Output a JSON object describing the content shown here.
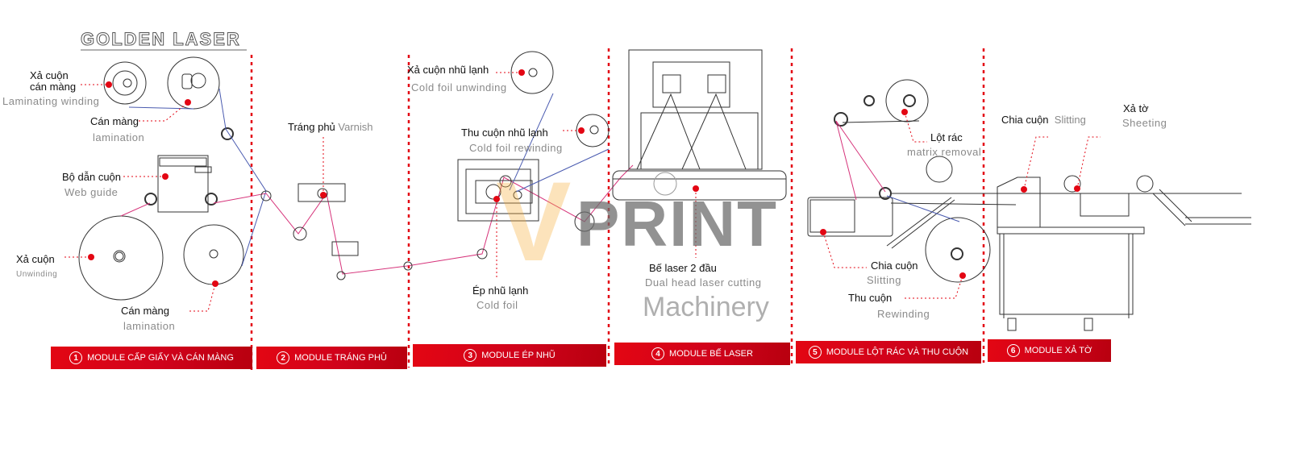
{
  "brand": "GOLDEN LASER",
  "watermark": {
    "v": "V",
    "print": "PRINT",
    "machinery": "Machinery"
  },
  "labels": {
    "laminating_winding_vi": "Xả cuộn\ncán màng",
    "laminating_winding_en": "Laminating winding",
    "lamination_top_vi": "Cán màng",
    "lamination_top_en": "lamination",
    "web_guide_vi": "Bộ dẫn cuộn",
    "web_guide_en": "Web guide",
    "unwinding_vi": "Xả cuộn",
    "unwinding_en": "Unwinding",
    "lamination_bottom_vi": "Cán màng",
    "lamination_bottom_en": "lamination",
    "varnish_vi": "Tráng phủ",
    "varnish_en": "Varnish",
    "cold_foil_unwinding_vi": "Xả cuộn nhũ lạnh",
    "cold_foil_unwinding_en": "Cold foil unwinding",
    "cold_foil_rewinding_vi": "Thu cuộn nhũ lạnh",
    "cold_foil_rewinding_en": "Cold foil rewinding",
    "cold_foil_vi": "Ép nhũ lạnh",
    "cold_foil_en": "Cold foil",
    "laser_vi": "Bế laser 2 đầu",
    "laser_en": "Dual head laser cutting",
    "matrix_vi": "Lột rác",
    "matrix_en": "matrix removal",
    "slitting5_vi": "Chia cuộn",
    "slitting5_en": "Slitting",
    "rewinding_vi": "Thu cuộn",
    "rewinding_en": "Rewinding",
    "slitting6_vi": "Chia cuộn",
    "slitting6_en": "Slitting",
    "sheeting_vi": "Xả tờ",
    "sheeting_en": "Sheeting"
  },
  "modules": [
    {
      "num": "1",
      "label": "MODULE CẤP GIẤY VÀ CÁN MÀNG"
    },
    {
      "num": "2",
      "label": "MODULE TRÁNG PHỦ"
    },
    {
      "num": "3",
      "label": "MODULE ÉP NHŨ"
    },
    {
      "num": "4",
      "label": "MODULE BẾ LASER"
    },
    {
      "num": "5",
      "label": "MODULE LỘT RÁC VÀ THU CUỘN"
    },
    {
      "num": "6",
      "label": "MODULE XẢ TỜ"
    }
  ],
  "colors": {
    "accent": "#e30613",
    "web_pink": "#d6337a",
    "web_blue": "#4a5bb0"
  }
}
